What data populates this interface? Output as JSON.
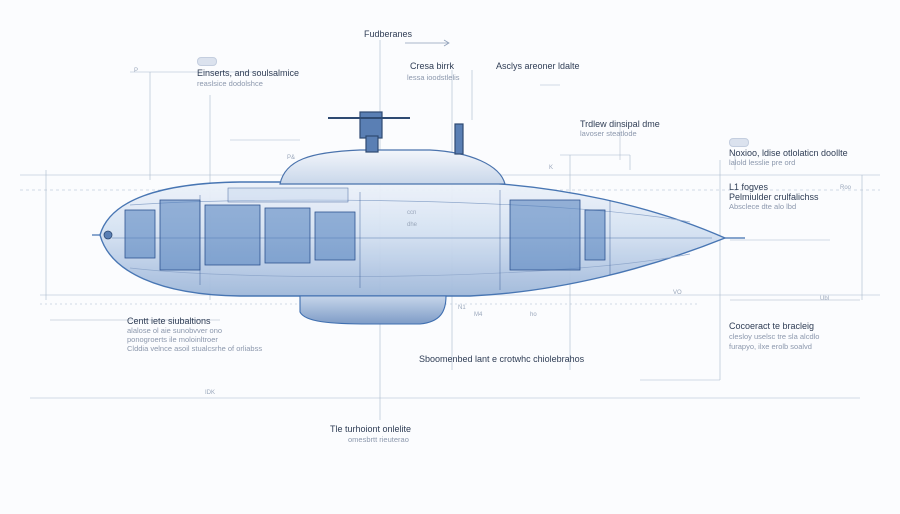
{
  "colors": {
    "background": "#fbfcfe",
    "line": "#9fb0c8",
    "hull_blue": "#3f6fb0",
    "hull_light": "#dce7f5",
    "text_dark": "#2f3d55",
    "text_light": "#8c98ad"
  },
  "labels": {
    "top_center": "Fudberanes",
    "top_left_title": "Einserts, and soulsalmice",
    "top_left_sub": "reaslsice dodolshce",
    "mid_top_title": "Cresa birrk",
    "mid_top_sub": "lessa ioodstlelis",
    "top_right_title": "Asclys areoner ldalte",
    "upper_right_title": "Trdlew dinsipal dme",
    "upper_right_sub": "lavoser steatlode",
    "right_a_title": "Noxioo, ldise otlolaticn doollte",
    "right_a_sub": "lalold lesslie pre ord",
    "right_b_title": "L1 fogves",
    "right_b_line2": "Pelmiulder crulfalichss",
    "right_b_line3": "Absclece dte alo lbd",
    "left_bottom_title": "Centt iete siubaltions",
    "left_bottom_line2": "alalose ol aie sunobvver ono",
    "left_bottom_line3": "ponogroerts ile moloinltroer",
    "left_bottom_line4": "Clddia velnce asoil stualcsrhe of orliabss",
    "bottom_center": "Sboomenbed lant e crotwhc chiolebrahos",
    "right_bottom_title": "Cocoeract te bracleig",
    "right_bottom_line2": "clesloy uselsc tre sla alcdlo",
    "right_bottom_line3": "furapyo, ilxe erolb soalvd",
    "footer_title": "Tle turhoiont onlelite",
    "footer_sub": "omesbrtt rieuterao"
  },
  "ticks": {
    "left_mark": "P",
    "sail_a": "P&",
    "sail_b": "K",
    "fore_a": "ccn",
    "fore_b": "dhe",
    "right_a": "Roo",
    "right_b": "Ubl",
    "lower_a": "VO",
    "lower_b": "N1",
    "lower_c": "M4",
    "lower_d": "ho",
    "bottom_rule": "IDK"
  }
}
